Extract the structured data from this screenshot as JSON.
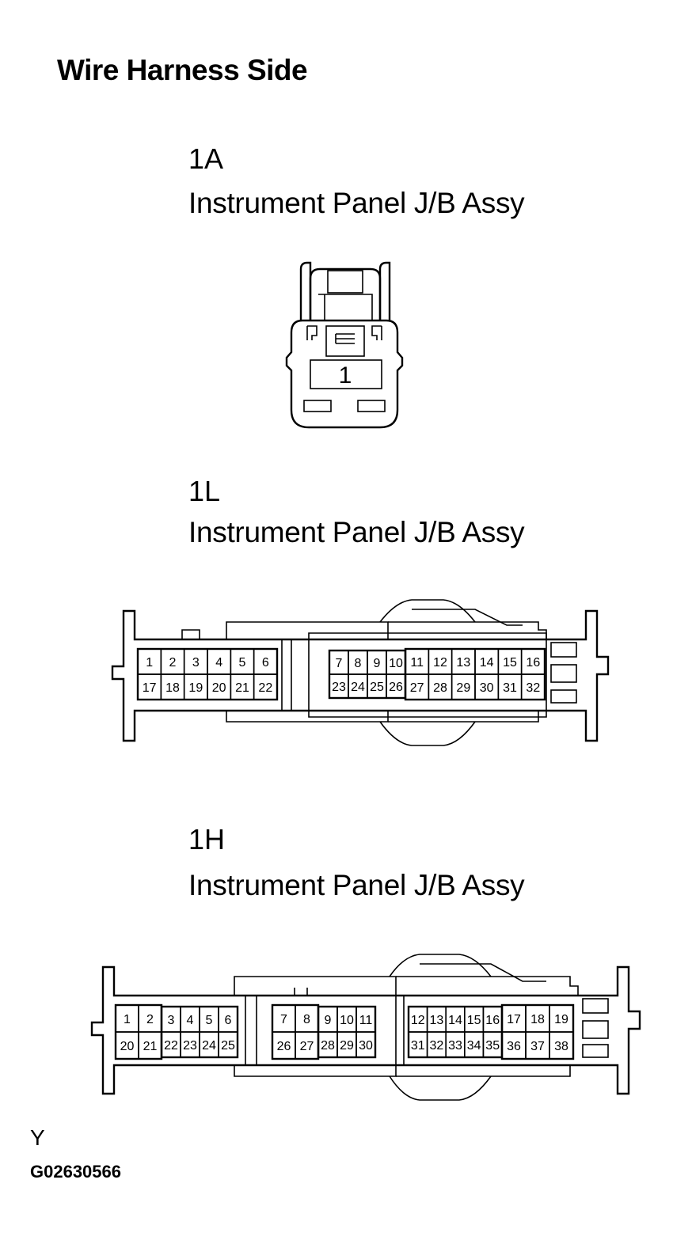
{
  "title": "Wire Harness Side",
  "connectors": [
    {
      "id": "1A",
      "name": "Instrument Panel J/B Assy",
      "pins": [
        "1"
      ]
    },
    {
      "id": "1L",
      "name": "Instrument Panel J/B Assy",
      "groups": [
        {
          "top": [
            "1",
            "2",
            "3",
            "4",
            "5",
            "6"
          ],
          "bottom": [
            "17",
            "18",
            "19",
            "20",
            "21",
            "22"
          ]
        },
        {
          "top": [
            "7",
            "8",
            "9",
            "10"
          ],
          "bottom": [
            "23",
            "24",
            "25",
            "26"
          ]
        },
        {
          "top": [
            "11",
            "12",
            "13",
            "14",
            "15",
            "16"
          ],
          "bottom": [
            "27",
            "28",
            "29",
            "30",
            "31",
            "32"
          ]
        }
      ]
    },
    {
      "id": "1H",
      "name": "Instrument Panel J/B Assy",
      "groups": [
        {
          "top": [
            "1",
            "2"
          ],
          "bottom": [
            "20",
            "21"
          ]
        },
        {
          "top": [
            "3",
            "4",
            "5",
            "6"
          ],
          "bottom": [
            "22",
            "23",
            "24",
            "25"
          ]
        },
        {
          "top": [
            "7",
            "8"
          ],
          "bottom": [
            "26",
            "27"
          ]
        },
        {
          "top": [
            "9",
            "10",
            "11"
          ],
          "bottom": [
            "28",
            "29",
            "30"
          ]
        },
        {
          "top": [
            "12",
            "13",
            "14",
            "15",
            "16"
          ],
          "bottom": [
            "31",
            "32",
            "33",
            "34",
            "35"
          ]
        },
        {
          "top": [
            "17",
            "18",
            "19"
          ],
          "bottom": [
            "36",
            "37",
            "38"
          ]
        }
      ]
    }
  ],
  "footer": {
    "view_letter": "Y",
    "code": "G02630566"
  }
}
